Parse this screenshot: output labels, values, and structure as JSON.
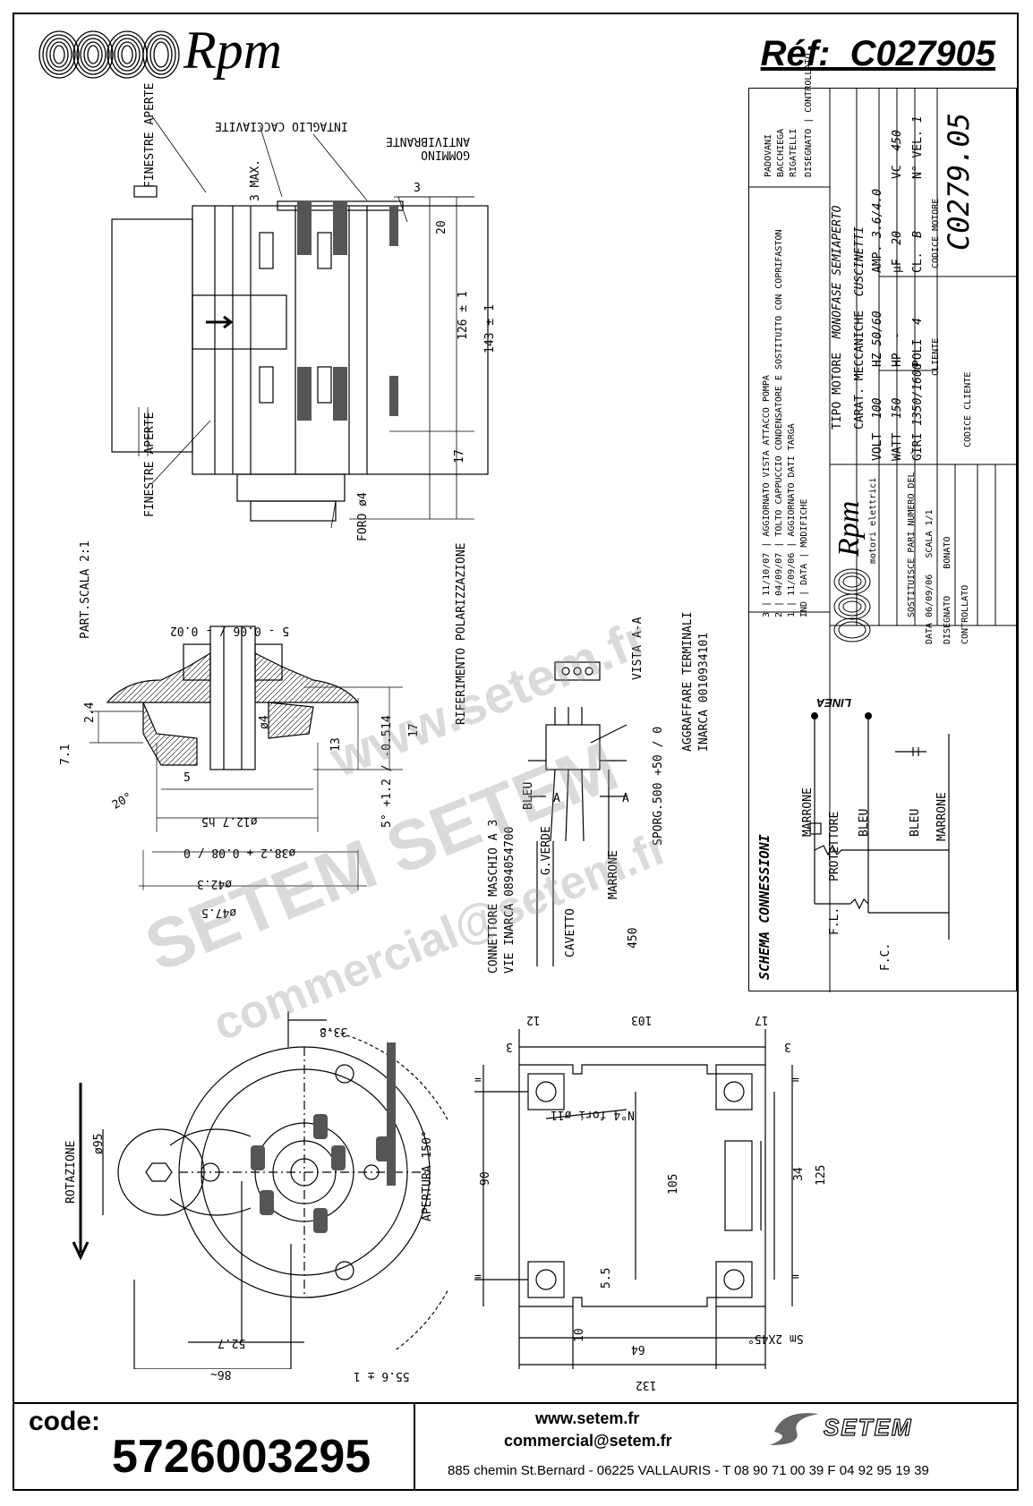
{
  "header": {
    "logo_text": "Rpm",
    "ref_label": "Réf:",
    "ref_value": "C027905"
  },
  "top_view": {
    "finestre_aperte_1": "FINESTRE APERTE",
    "finestre_aperte_2": "FINESTRE APERTE",
    "intaglio": "INTAGLIO CACCIAVITE",
    "gommino": "GOMMINO ANTIVIBRANTE",
    "dim_3max": "3 MAX.",
    "dim_3": "3",
    "dim_20": "20",
    "dim_126": "126 ± 1",
    "dim_143": "143 ± 1",
    "dim_17": "17",
    "foro": "FORO ø4"
  },
  "detail": {
    "part_scala": "PART.SCALA 2:1",
    "tol_top": "5 - 0.06 / - 0.02",
    "dim_24": "2.4",
    "dim_71": "7.1",
    "dim_4": "ø4",
    "dim_5": "5",
    "dim_13": "13",
    "dim_14": "14",
    "dim_17": "17",
    "dim_5deg": "5° +1.2 / -0.5",
    "dim_20deg": "20°",
    "dim_127": "ø12.7 h5",
    "dim_382": "ø38.2 + 0.08 / 0",
    "dim_423": "ø42.3",
    "dim_475": "ø47.5"
  },
  "connector": {
    "riferimento": "RIFERIMENTO POLARIZZAZIONE",
    "vista": "VISTA A-A",
    "aggraffare": "AGGRAFFARE TERMINALI INARCA 0010934101",
    "connettore": "CONNETTORE MASCHIO A 3 VIE INARCA 0894054700",
    "blu": "BLEU",
    "giallo_verde": "G.VERDE",
    "marrone": "MARRONE",
    "cavetto": "CAVETTO",
    "sporg": "SPORG.500 +50 / 0",
    "dim_450": "450",
    "a1": "A",
    "a2": "A"
  },
  "title_block": {
    "revisions": [
      {
        "n": "3",
        "data": "11/10/07",
        "desc": "AGGIORNATO VISTA ATTACCO POMPA"
      },
      {
        "n": "2",
        "data": "04/09/07",
        "desc": "TOLTO CAPPUCCIO CONDENSATORE E SOSTITUITO CON COPRIFASTON"
      },
      {
        "n": "1",
        "data": "11/09/06",
        "desc": "AGGIORNATO DATI TARGA"
      },
      {
        "n": "IND",
        "data": "DATA",
        "desc": "MODIFICHE"
      }
    ],
    "people": [
      "PADOVANI",
      "BACCHIEGA",
      "RIGATELLI"
    ],
    "role_headers": [
      "DISEGNATO",
      "CONTROLLATO"
    ],
    "tipo_motore_label": "TIPO MOTORE",
    "tipo_motore": "MONOFASE SEMIAPERTO",
    "carat_label": "CARAT. MECCANICHE",
    "carat": "CUSCINETTI",
    "volt_label": "VOLT",
    "volt": "100",
    "hz_label": "HZ",
    "hz": "50/60",
    "amp_label": "AMP.",
    "amp": "3.6/4.0",
    "watt_label": "WATT",
    "watt": "150",
    "hp_label": "HP",
    "hp": "-",
    "uf_label": "µF",
    "uf": "20",
    "vc_label": "VC",
    "vc": "450",
    "giri_label": "GIRI",
    "giri": "1350/1600",
    "poli_label": "POLI",
    "poli": "4",
    "cl_label": "CL.",
    "cl": "B",
    "nvel_label": "N° VEL.",
    "nvel": "1",
    "codice_motore_label": "CODICE MOTORE",
    "codice_motore": "C0279.05",
    "cliente_label": "CLIENTE",
    "codice_cliente_label": "CODICE CLIENTE",
    "logo_text": "Rpm",
    "logo_sub": "motori elettrici",
    "sostituisce_label": "SOSTITUISCE PARI NUMERO DEL",
    "sostituisce": "-",
    "data_label": "DATA",
    "data": "06/09/06",
    "scala_label": "SCALA",
    "scala": "1/1",
    "disegnato_label": "DISEGNATO",
    "disegnato": "BONATO",
    "controllato_label": "CONTROLLATO"
  },
  "schema": {
    "title": "SCHEMA CONNESSIONI",
    "linea": "LINEA",
    "marrone1": "MARRONE",
    "protettore": "PROTETTORE",
    "blu1": "BLEU",
    "blu2": "BLEU",
    "marrone2": "MARRONE",
    "fl": "F.L.",
    "fc": "F.C."
  },
  "front_view": {
    "rotazione": "ROTAZIONE",
    "d95": "ø95",
    "d338": "33.8",
    "apertura": "APERTURA 150°",
    "d527": "52.7",
    "d86": "86~",
    "d556": "55.6 ± 1"
  },
  "base_view": {
    "d103": "103",
    "d12": "12",
    "d17": "17",
    "d3a": "3",
    "d3b": "3",
    "fori": "N°4 fori ø11",
    "d90": "90",
    "d105": "105",
    "d34": "34",
    "d125": "125",
    "d55": "5.5",
    "d10": "10",
    "d64": "64",
    "d132": "132",
    "smusso": "Sm 2X45°",
    "eq": "="
  },
  "footer": {
    "code_label": "code:",
    "code_value": "5726003295",
    "web": "www.setem.fr",
    "email": "commercial@setem.fr",
    "address": "885 chemin St.Bernard  -  06225 VALLAURIS  -  T 08 90 71 00 39  F 04 92 95 19 39",
    "brand": "SETEM"
  },
  "watermark": {
    "line1": "www.setem.fr",
    "line2": "SETEM SETEM",
    "line3": "commercial@setem.fr"
  }
}
